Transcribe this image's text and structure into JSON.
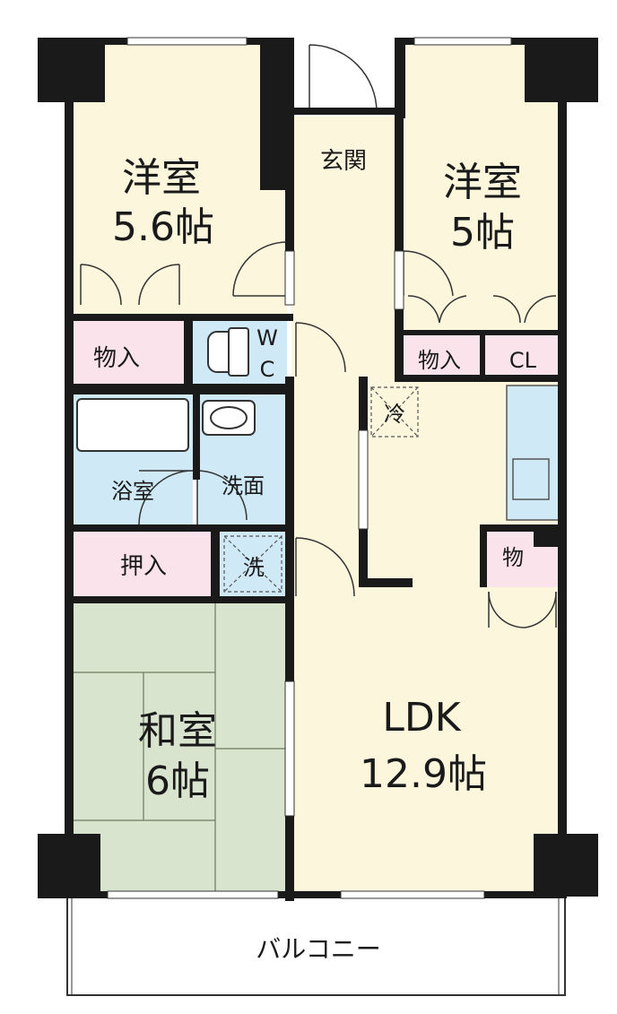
{
  "colors": {
    "wall": "#1a1a1a",
    "western_room": "#fcf6dc",
    "ldk": "#fcf6dc",
    "storage": "#fbe3ec",
    "water": "#cfe9f6",
    "washitsu": "#d9e4cf",
    "balcony": "#ffffff"
  },
  "rooms": {
    "western1": {
      "name": "洋室",
      "size": "5.6帖"
    },
    "western2": {
      "name": "洋室",
      "size": "5帖"
    },
    "washitsu": {
      "name": "和室",
      "size": "6帖"
    },
    "ldk": {
      "name": "LDK",
      "size": "12.9帖"
    }
  },
  "labels": {
    "entrance": "玄関",
    "storage1": "物入",
    "storage2": "物入",
    "storage3": "物",
    "closet": "CL",
    "wc_w": "W",
    "wc_c": "C",
    "bath": "浴室",
    "washroom": "洗面",
    "laundry": "洗",
    "fridge": "冷",
    "oshiire": "押入",
    "balcony": "バルコニー"
  },
  "icons": [
    "toilet-icon",
    "bathtub-icon",
    "sink-icon",
    "washing-machine-icon",
    "kitchen-counter-icon",
    "door-swing-icon"
  ]
}
